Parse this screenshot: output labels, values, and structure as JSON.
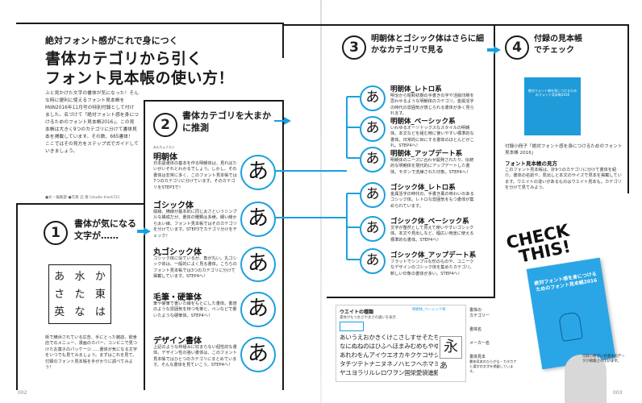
{
  "header": {
    "title_small": "絶対フォント感がこれで身につく",
    "title_line1": "書体カテゴリから引く",
    "title_line2": "フォント見本帳の使い方！",
    "intro": "ふと見かけた文字の書体が気になった！そんな時に便利に使えるフォント見本帳をMdN2016年11月号の特別付録として付けました。名づけて「絶対フォント感を身につけるためのフォント見本帳2016」。この見本帳は大きく9つのカテゴリに分けて書体見本を掲載しています。その数、665書体！ ここではその見方をステップ式でガイドしていきましょう。",
    "credit": "●文・編集部 ●写真 辺 春 [studio track72]"
  },
  "step1": {
    "number": "1",
    "title": "書体が気になる文字が……",
    "sample_chars": [
      "あ",
      "水",
      "か",
      "さ",
      "た",
      "東",
      "英",
      "な",
      "は"
    ],
    "body": "街で横浜されている広告、手にとった雑誌、飲食店でのメニュー、漫画のカバー、コンビニで見つけたお菓子のパッケージ……書体が気になる文字をいつでも見てみましょう。まずはこれを見て、付録のフォント見本帳を手がかりに調べてみよう！"
  },
  "step2": {
    "number": "2",
    "title": "書体カテゴリを大まかに推測",
    "categories": [
      {
        "ruby": "みんちょうたい",
        "name": "明朝体",
        "glyph": "あ",
        "desc": "日本語書体の基本を作る明朝体は、見ればたいがいそれとわかるでしょう。しかし、その書体は非常に多く、このフォント見本帳では7つのカテゴリに分けています。そのカテゴリをSTEP3で！"
      },
      {
        "ruby": "",
        "name": "ゴシック体",
        "glyph": "あ",
        "desc": "縦線、横線が基本的に同じ太さというシンプルな構成だが、書体の種類は多様。細い線から太い線、フォント見本帳ではそのカテゴリを分けています。STEP3でカテゴリ分けをチェック！"
      },
      {
        "ruby": "",
        "name": "丸ゴシック体",
        "glyph": "あ",
        "desc": "ゴシック体に似ているが、角が丸い。丸ゴシック体は、一般的によく見る書体。こちらのフォント見本帳では3つのカテゴリに分けて掲載しています。STEP4へ！"
      },
      {
        "ruby": "",
        "name": "毛筆・硬筆体",
        "glyph": "あ",
        "desc": "筆や硬筆で書いた線をもとにした書体。書道のような雰囲気を持つ毛筆と、ペンなどで書いたような硬筆体。STEP4へ！"
      },
      {
        "ruby": "",
        "name": "デザイン書体",
        "glyph": "あ",
        "desc": "上記のような枠組みに収まらない個性的な書体。デザイン性の強い書体は、このフォント見本帳ではひとつのカテゴリにまとめています。そんな書体を見ていこう。STEP4へ！"
      }
    ]
  },
  "step3": {
    "number": "3",
    "title": "明朝体とゴシック体はさらに細かなカテゴリで見る",
    "subcategories": [
      {
        "name": "明朝体_レトロ系",
        "glyph": "あ",
        "desc": "明治から昭和初期の手書きの字や活版印刷を思わせるような明朝体のカテゴリ。金属活字の時代の雰囲気が感じられる書体が多く見られます。"
      },
      {
        "name": "明朝体_ベーシック系",
        "glyph": "あ",
        "desc": "いわゆるオーソドックスなスタイルの明朝体。本文などを組む時に使いやすい標準的な書体。日常的に目にする書体のほとんどがこれ。STEP4へ！"
      },
      {
        "name": "明朝体_アップデート系",
        "glyph": "あ",
        "desc": "明朝体のニーズに合わせ開発されたり、伝統的な明朝体を現代的にアップデートした書体。モダンで洗練された印象。STEP4へ！"
      },
      {
        "name": "ゴシック体_レトロ系",
        "glyph": "あ",
        "desc": "金属活字の時代の、手書き風の味わいのあるゴシック体。レトロな雰囲気をもつ書体が集められています。"
      },
      {
        "name": "ゴシック体_ベーシック系",
        "glyph": "あ",
        "desc": "文字が整然として見えて使いやすいゴシック体。本文や見出しなど、幅広い用途に使える標準的な書体。STEP4へ！"
      },
      {
        "name": "ゴシック体_アップデート系",
        "glyph": "あ",
        "desc": "フラットでシンプルな形のものや、ユニークなデザインのゴシック体を集めたカテゴリ。新しい印象の書体が多い。STEP4へ！"
      }
    ]
  },
  "step4": {
    "number": "4",
    "title": "付録の見本帳でチェック",
    "booklet_small_title": "絶対フォント感を身につけるためのフォント見本帳2016",
    "caption": "付録小冊子「絶対フォント感を身につけるためのフォント見本帳 2016」",
    "howto_title": "フォント見本帳の見方",
    "howto_body": "このフォント見本帳は、計9つのカテゴリに分けて書体を紹介。書体の名前や、見出しと本文のサイズで見本を掲載しています。ウエイトの違いがあるものはウエイト見本も。カテゴリを分けて見てみよう。"
  },
  "check": {
    "line1": "CHECK",
    "line2": "THIS!"
  },
  "booklet_large": {
    "title": "絶対フォント感を身につけるためのフォント見本帳2016",
    "caption": "付録小冊子に各書体のデータが掲載されています。"
  },
  "sample_page": {
    "weight_label": "ウエイトの種類",
    "weight_desc": "書体がもつ太さや太さの違いを表示",
    "rows": [
      "あいうえおかきくけこさしすせそたちつてと",
      "なにぬねのはひふへほまみむめもやゆよらり",
      "あれわをんアイウエオカキクケコサシスセソ",
      "タチツテトナニヌネノハヒフヘホマミムメモ",
      "ヤユヨラリルレロワヲン国栄愛袋進鯨駅店"
    ],
    "big_glyph": "永",
    "big_glyph_sub": "あ",
    "labels": [
      "書体の",
      "カテゴリー",
      "書体名",
      "メーカー名",
      "書体見本"
    ],
    "tag_sample": "明朝体_ベーシック系",
    "footnote": "書体見本のひらがな・カタカナと漢字の文字を掲載しています。"
  },
  "page_numbers": {
    "left": "002",
    "right": "003"
  }
}
